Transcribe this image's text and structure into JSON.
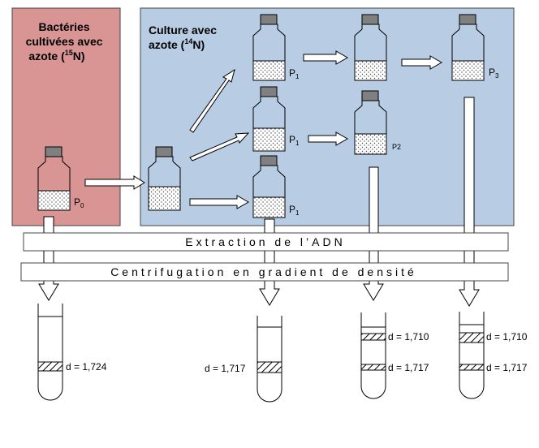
{
  "panels": {
    "left_title_lines": [
      "Bactéries",
      "cultivées avec",
      "azote (",
      "15",
      "N)"
    ],
    "right_title_lines": [
      "Culture avec",
      "azote (",
      "14",
      "N)"
    ]
  },
  "bars": {
    "extraction": "Extraction de l’ADN",
    "centrifugation": "Centrifugation en gradient de densité"
  },
  "flasks": {
    "p0": "P",
    "p0_sub": "0",
    "p1": "P",
    "p1_sub": "1",
    "p2": "P2",
    "p3": "P",
    "p3_sub": "3"
  },
  "tubes": {
    "t1_label": "d = 1,724",
    "t2_label": "d = 1,717",
    "t3_label_top": "d = 1,710",
    "t3_label_bottom": "d = 1,717",
    "t4_label_top": "d = 1,710",
    "t4_label_bottom": "d = 1,717"
  },
  "colors": {
    "left_panel": "#d99594",
    "right_panel": "#b8cce4"
  }
}
